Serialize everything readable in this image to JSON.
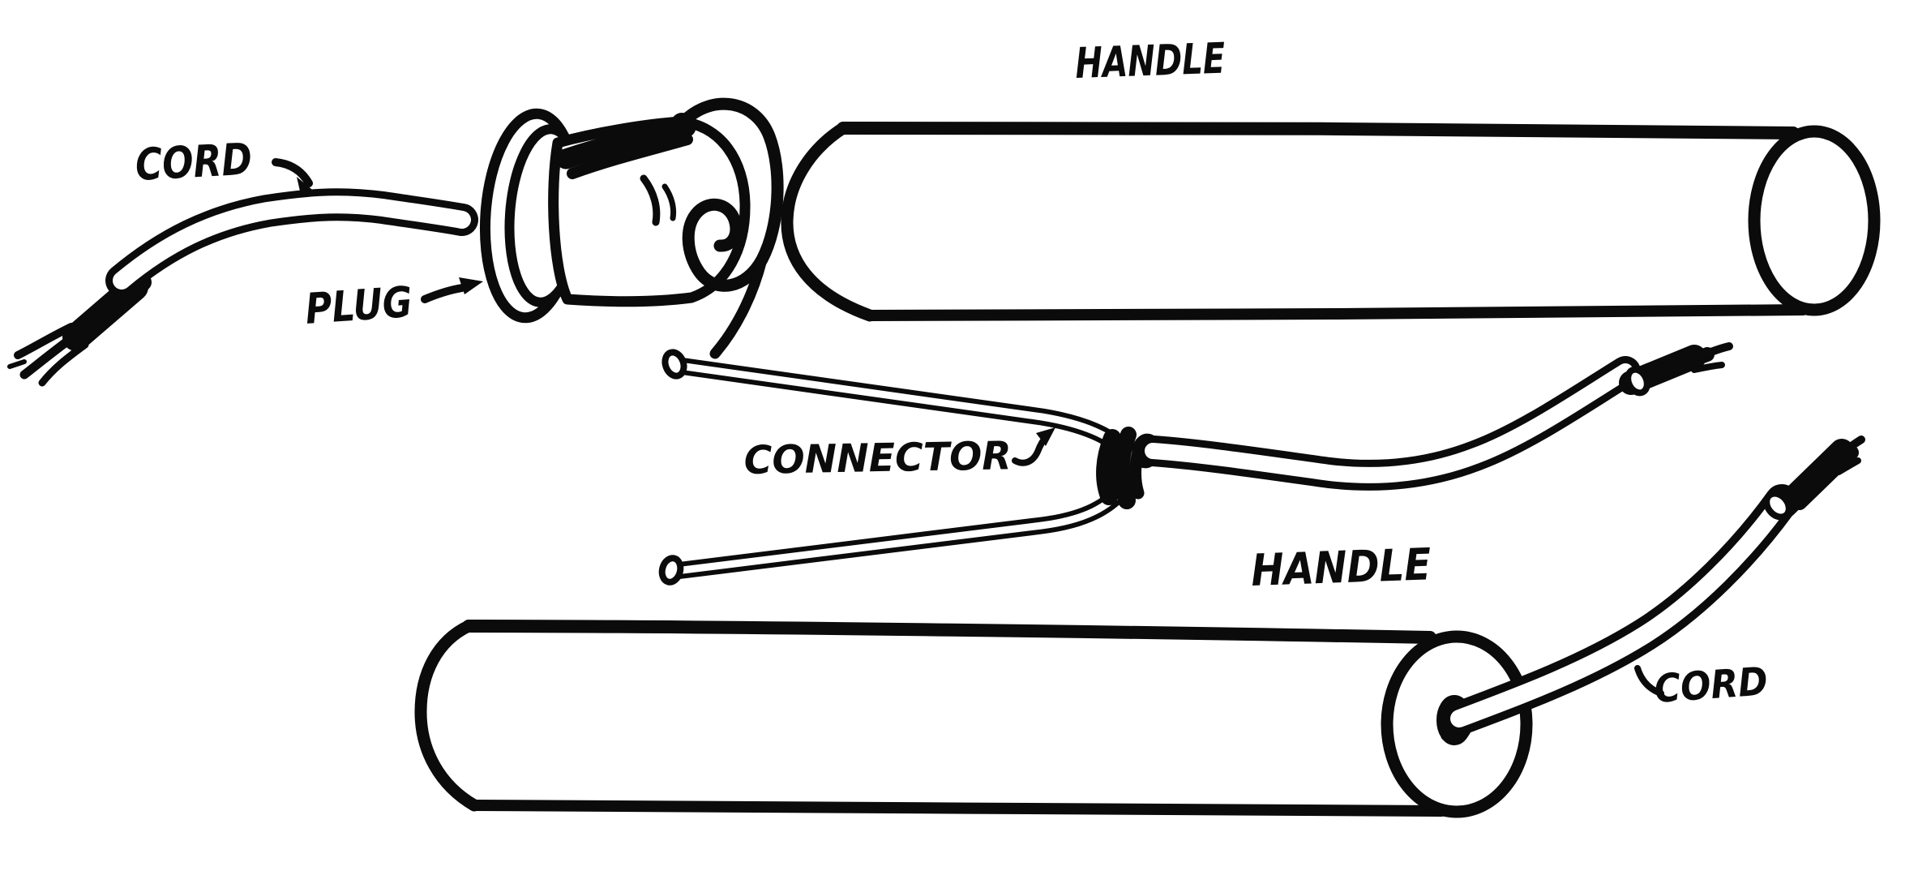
{
  "figure": {
    "description": "Hand-drawn illustration of an electric appliance: plug and cord, two cylindrical handles, heating-element rods joined by a connector to a cord",
    "background_color": "#ffffff",
    "ink_color": "#0b0b0b",
    "labels": {
      "cord_top": {
        "text": "CORD"
      },
      "plug": {
        "text": "PLUG"
      },
      "handle_top": {
        "text": "HANDLE"
      },
      "connector": {
        "text": "CONNECTOR"
      },
      "handle_bottom": {
        "text": "HANDLE"
      },
      "cord_bottom": {
        "text": "CORD"
      }
    }
  }
}
